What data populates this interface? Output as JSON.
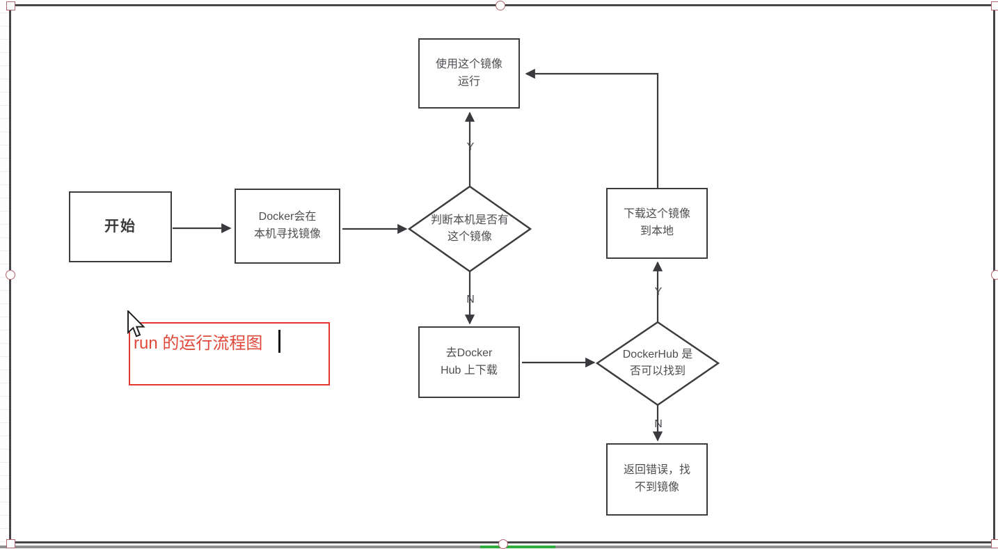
{
  "canvas": {
    "background": "#ffffff",
    "line_color": "#3a3a3e",
    "selection": {
      "border_color": "#47444a",
      "handle_stroke": "#b4646e"
    }
  },
  "flowchart": {
    "nodes": {
      "start": {
        "label": "开始"
      },
      "find_local": {
        "label": "Docker会在\n本机寻找镜像"
      },
      "has_image": {
        "label": "判断本机是否有\n这个镜像"
      },
      "use_image": {
        "label": "使用这个镜像\n运行"
      },
      "hub_download": {
        "label": "去Docker\nHub 上下载"
      },
      "hub_found": {
        "label": "DockerHub 是\n否可以找到"
      },
      "local_download": {
        "label": "下载这个镜像\n到本地"
      },
      "error": {
        "label": "返回错误，找\n不到镜像"
      }
    },
    "edge_labels": {
      "has_image_yes": "Y",
      "has_image_no": "N",
      "hub_found_yes": "Y",
      "hub_found_no": "N"
    }
  },
  "annotation": {
    "text": "run 的运行流程图",
    "text_color": "#e0493a",
    "border_color": "#e23a2e"
  },
  "player": {
    "progress_color": "#2fae3e"
  }
}
